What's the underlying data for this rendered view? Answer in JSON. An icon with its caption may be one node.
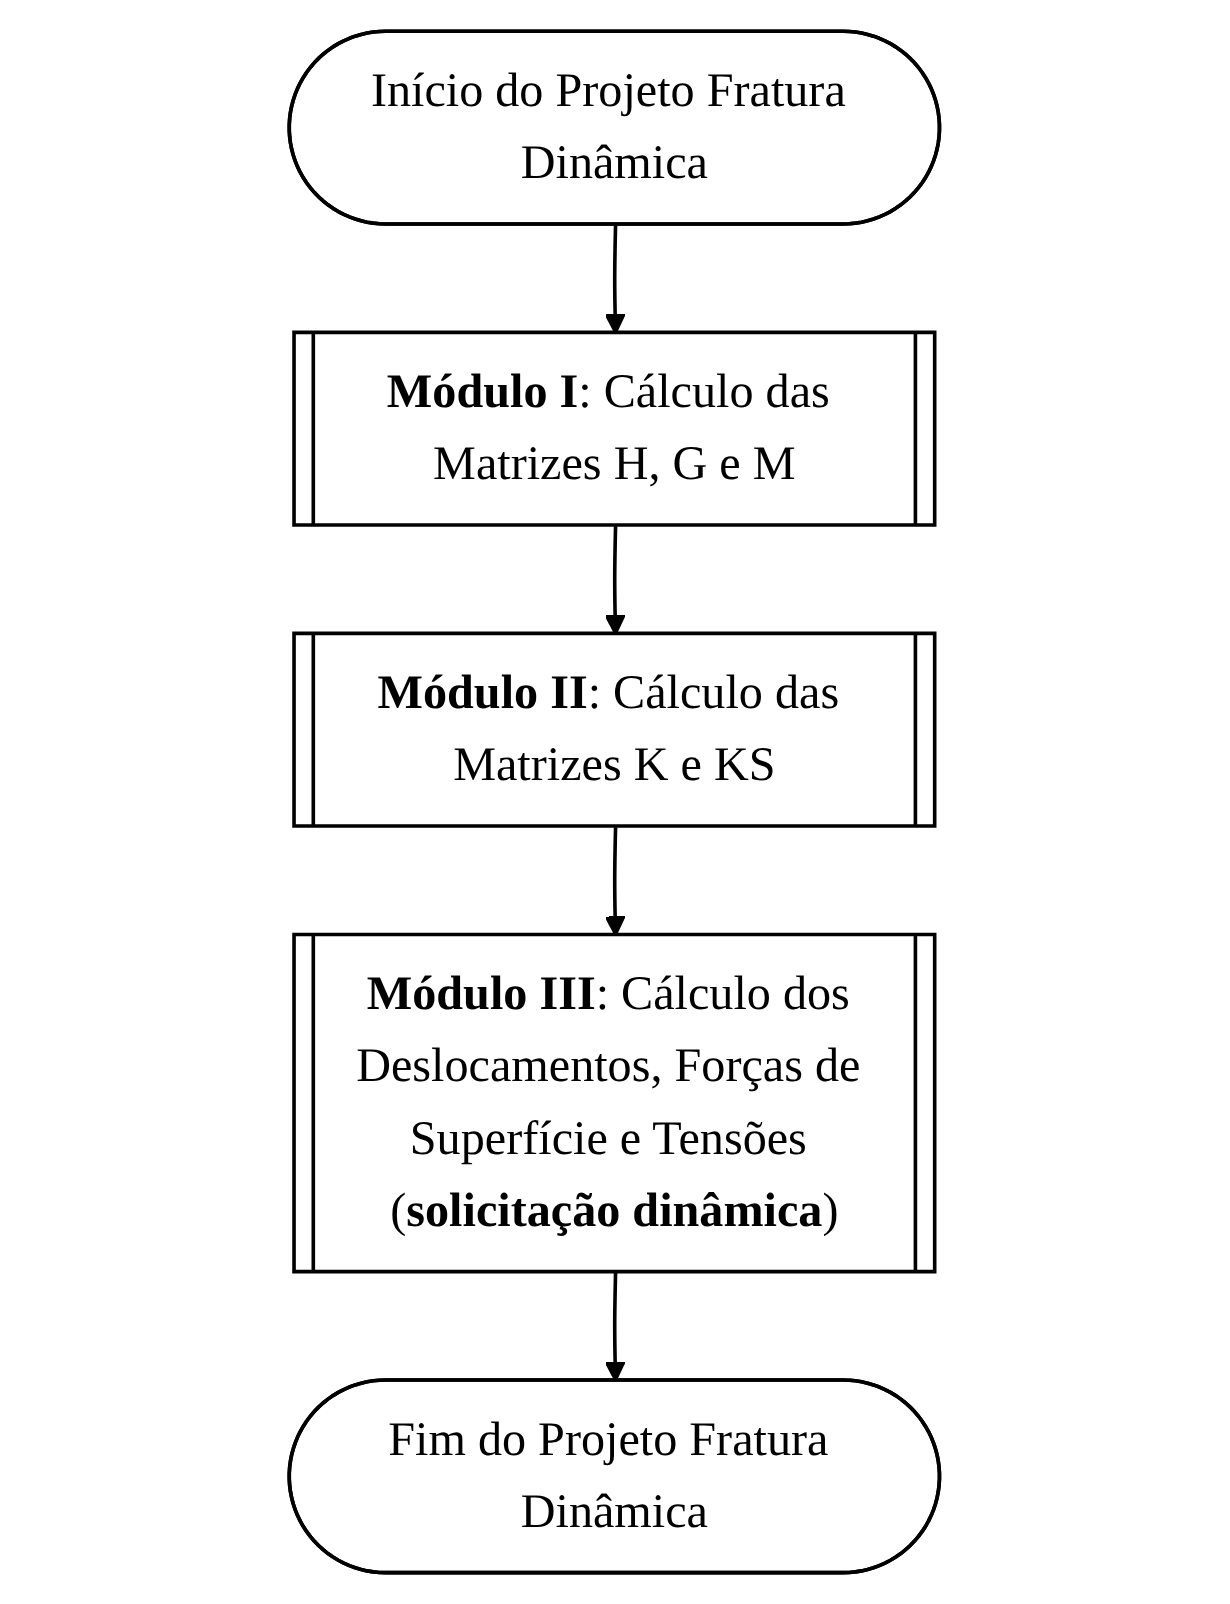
{
  "diagram": {
    "nodes": [
      {
        "text": [
          "Início do Projeto Fratura Dinâmica"
        ]
      },
      {
        "text": [
          "**Módulo I**: Cálculo das Matrizes H, G e M"
        ]
      },
      {
        "text": [
          "**Módulo II**: Cálculo das Matrizes K e KS"
        ]
      },
      {
        "text": [
          "**Módulo III**: Cálculo dos Deslocamentos, Forças de Superfície e Tensões (**solicitação dinâmica**)"
        ]
      },
      {
        "text": [
          "Fim do Projeto Fratura Dinâmica"
        ]
      }
    ],
    "edges": [
      {
        "from": 0,
        "to": 1,
        "arrow": "to"
      },
      {
        "from": 1,
        "to": 2,
        "arrow": "to"
      },
      {
        "from": 2,
        "to": 3,
        "arrow": "to"
      },
      {
        "from": 3,
        "to": 4,
        "arrow": "to"
      }
    ]
  }
}
